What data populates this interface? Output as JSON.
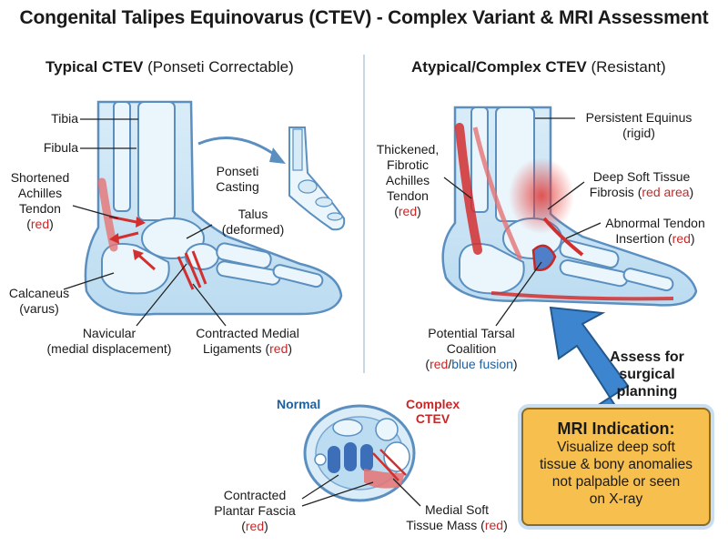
{
  "title": "Congenital Talipes Equinovarus (CTEV) - Complex Variant & MRI Assessment",
  "left_panel": {
    "heading_bold": "Typical CTEV",
    "heading_rest": " (Ponseti Correctable)",
    "labels": {
      "tibia": "Tibia",
      "fibula": "Fibula",
      "achilles_1": "Shortened",
      "achilles_2": "Achilles",
      "achilles_3": "Tendon",
      "achilles_red": "red",
      "ponseti_1": "Ponseti",
      "ponseti_2": "Casting",
      "talus_1": "Talus",
      "talus_2": "(deformed)",
      "calcaneus_1": "Calcaneus",
      "calcaneus_2": "(varus)",
      "navicular_1": "Navicular",
      "navicular_2": "(medial displacement)",
      "ligaments_1": "Contracted Medial",
      "ligaments_2": "Ligaments",
      "ligaments_red": "red"
    }
  },
  "right_panel": {
    "heading_bold": "Atypical/Complex CTEV",
    "heading_rest": " (Resistant)",
    "labels": {
      "equinus_1": "Persistent Equinus",
      "equinus_2": "(rigid)",
      "achilles_1": "Thickened,",
      "achilles_2": "Fibrotic",
      "achilles_3": "Achilles",
      "achilles_4": "Tendon",
      "achilles_red": "red",
      "fibrosis_1": "Deep Soft Tissue",
      "fibrosis_2": "Fibrosis",
      "fibrosis_red": "red area",
      "insertion_1": "Abnormal Tendon",
      "insertion_2": "Insertion",
      "insertion_red": "red",
      "coalition_1": "Potential Tarsal",
      "coalition_2": "Coalition",
      "coalition_red": "red",
      "coalition_blue": "blue fusion"
    }
  },
  "cross_section": {
    "normal": "Normal",
    "complex_1": "Complex",
    "complex_2": "CTEV",
    "fascia_1": "Contracted",
    "fascia_2": "Plantar Fascia",
    "fascia_red": "red",
    "mass_1": "Medial Soft",
    "mass_2": "Tissue Mass",
    "mass_red": "red"
  },
  "assess": {
    "line1": "Assess for",
    "line2": "surgical",
    "line3": "planning"
  },
  "mri": {
    "title": "MRI Indication:",
    "line1": "Visualize deep soft",
    "line2": "tissue & bony anomalies",
    "line3": "not palpable or seen",
    "line4": "on X-ray"
  },
  "colors": {
    "tissue_red": "#d32f2f",
    "bone_blue": "#9ccbe8",
    "outline_blue": "#5b8fc0",
    "mri_box": "#f6bf4e",
    "arrow_blue": "#3d86cf"
  }
}
